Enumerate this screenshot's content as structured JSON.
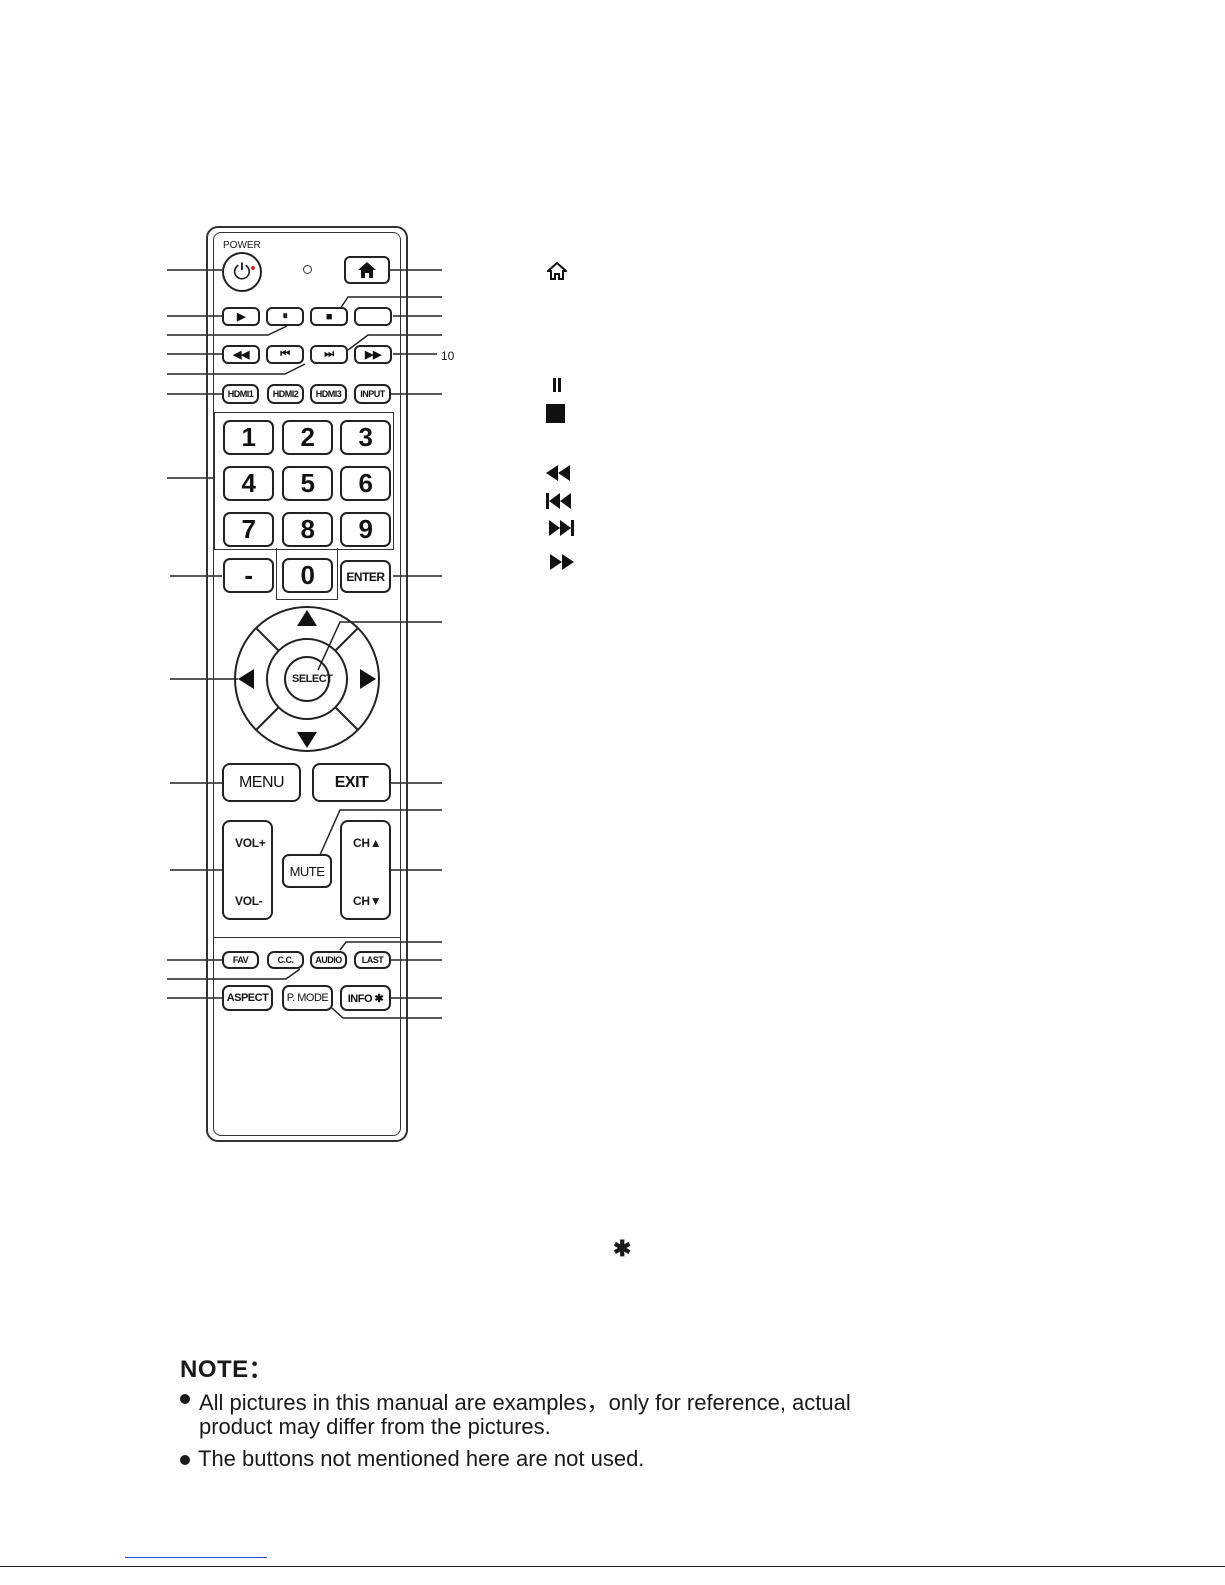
{
  "remote": {
    "power_label": "POWER",
    "number_keys": [
      "1",
      "2",
      "3",
      "4",
      "5",
      "6",
      "7",
      "8",
      "9"
    ],
    "zero_key": "0",
    "dash_key": "-",
    "enter_key": "ENTER",
    "hdmi_keys": [
      "HDMI1",
      "HDMI2",
      "HDMI3"
    ],
    "input_key": "INPUT",
    "select_key": "SELECT",
    "menu_key": "MENU",
    "exit_key": "EXIT",
    "mute_key": "MUTE",
    "vol_up": "VOL+",
    "vol_down": "VOL-",
    "ch_up": "CH▲",
    "ch_down": "CH▼",
    "fav_key": "FAV",
    "cc_key": "C.C.",
    "audio_key": "AUDIO",
    "last_key": "LAST",
    "aspect_key": "ASPECT",
    "pmode_key": "P. MODE",
    "info_key": "INFO ✱"
  },
  "callout_number": "10",
  "legend_icons": [
    "home-icon",
    "pause-icon",
    "stop-icon",
    "rewind-icon",
    "prev-track-icon",
    "next-track-icon",
    "fast-forward-icon"
  ],
  "asterisk": "✱",
  "note": {
    "title": "NOTE：",
    "items": [
      "All pictures in this manual are examples，only for reference, actual",
      "product may differ from the pictures.",
      "The buttons not mentioned here are not used."
    ]
  }
}
